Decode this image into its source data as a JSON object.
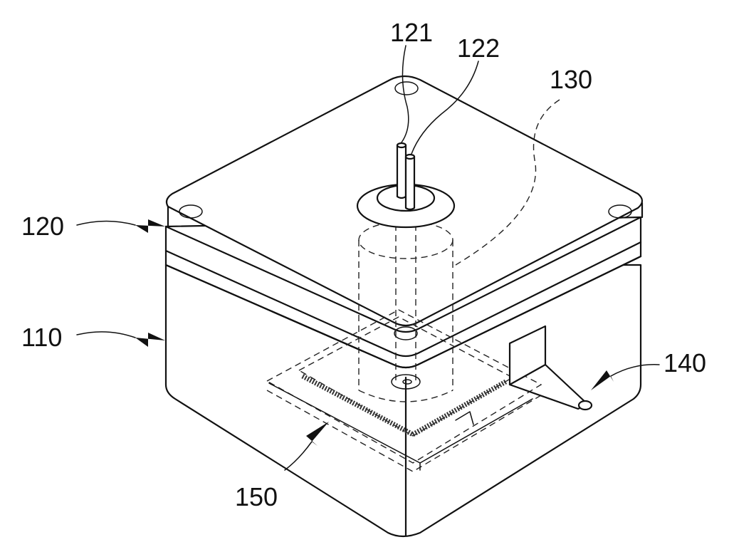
{
  "labels": {
    "l121": "121",
    "l122": "122",
    "l130": "130",
    "l120": "120",
    "l110": "110",
    "l140": "140",
    "l150": "150"
  }
}
